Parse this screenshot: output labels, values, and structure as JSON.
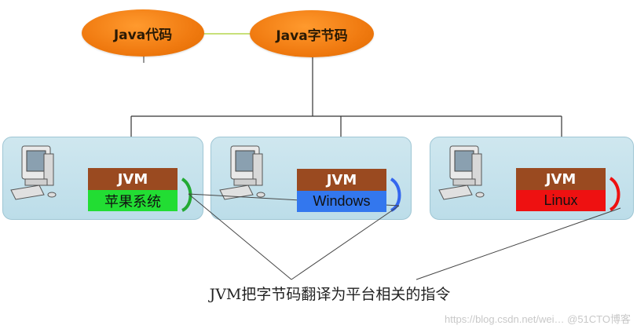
{
  "top": {
    "java_source": "Java代码",
    "java_bytecode": "Java字节码"
  },
  "platforms": [
    {
      "vm": "JVM",
      "os": "苹果系统",
      "os_color": "#22dd33"
    },
    {
      "vm": "JVM",
      "os": "Windows",
      "os_color": "#3377ee"
    },
    {
      "vm": "JVM",
      "os": "Linux",
      "os_color": "#ee1111"
    }
  ],
  "caption": "JVM把字节码翻译为平台相关的指令",
  "watermark": "https://blog.csdn.net/wei… @51CTO博客",
  "colors": {
    "oval": "#f07a10",
    "jvm_header": "#9a4a20",
    "panel": "#c6e2ec"
  },
  "icons": [
    "computer-icon",
    "computer-icon",
    "computer-icon",
    "curved-arrow-icon"
  ]
}
